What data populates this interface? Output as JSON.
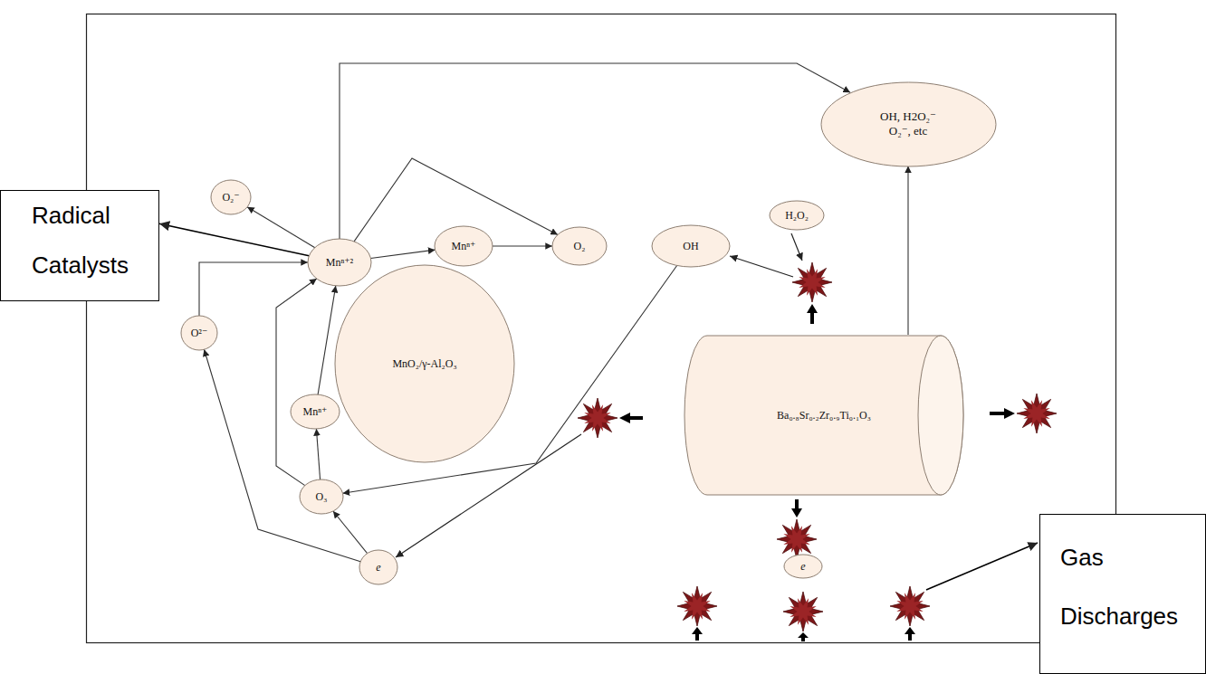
{
  "diagram": {
    "nodes": [
      {
        "text": [
          "OH, H2O₂⁻ O₂⁻, etc"
        ]
      },
      {
        "text": [
          "Radical Catalysts"
        ]
      },
      {
        "text": [
          "O₂⁻"
        ]
      },
      {
        "text": [
          "H₂O₂"
        ]
      },
      {
        "text": [
          "Mnⁿ⁺²"
        ]
      },
      {
        "text": [
          "Mnⁿ⁺"
        ]
      },
      {
        "text": [
          "O₂"
        ]
      },
      {
        "text": [
          "OH"
        ]
      },
      {
        "text": [
          "O²⁻"
        ]
      },
      {
        "text": [
          "MnO₂/γ-Al₂O₃"
        ]
      },
      {
        "text": [
          "Ba₀.₈Sr₀.₂Zr₀.₉Ti₀.₁O₃"
        ]
      },
      {
        "text": [
          "Mnⁿ⁺"
        ]
      },
      {
        "text": [
          "O₃"
        ]
      },
      {
        "text": [
          "e"
        ]
      },
      {
        "text": [
          "e"
        ]
      },
      {
        "text": [
          "Gas Discharges"
        ]
      }
    ],
    "edges": [
      {
        "from": 4,
        "to": 1,
        "arrow": "to"
      },
      {
        "from": 4,
        "to": 2,
        "arrow": "to"
      },
      {
        "from": 4,
        "to": 0,
        "arrow": "to"
      },
      {
        "from": 4,
        "to": 6,
        "arrow": "to"
      },
      {
        "from": 4,
        "to": 5,
        "arrow": "to"
      },
      {
        "from": 5,
        "to": 6,
        "arrow": "to"
      },
      {
        "from": 8,
        "to": 4,
        "arrow": "to"
      },
      {
        "from": 11,
        "to": 4,
        "arrow": "to"
      },
      {
        "from": 12,
        "to": 11,
        "arrow": "to"
      },
      {
        "from": 12,
        "to": 4,
        "arrow": "to"
      },
      {
        "from": 14,
        "to": 12,
        "arrow": "to"
      },
      {
        "from": 14,
        "to": 8,
        "arrow": "to"
      },
      {
        "from": 7,
        "to": 12,
        "arrow": "to"
      },
      {
        "from": 10,
        "to": 0,
        "arrow": "to"
      }
    ]
  }
}
